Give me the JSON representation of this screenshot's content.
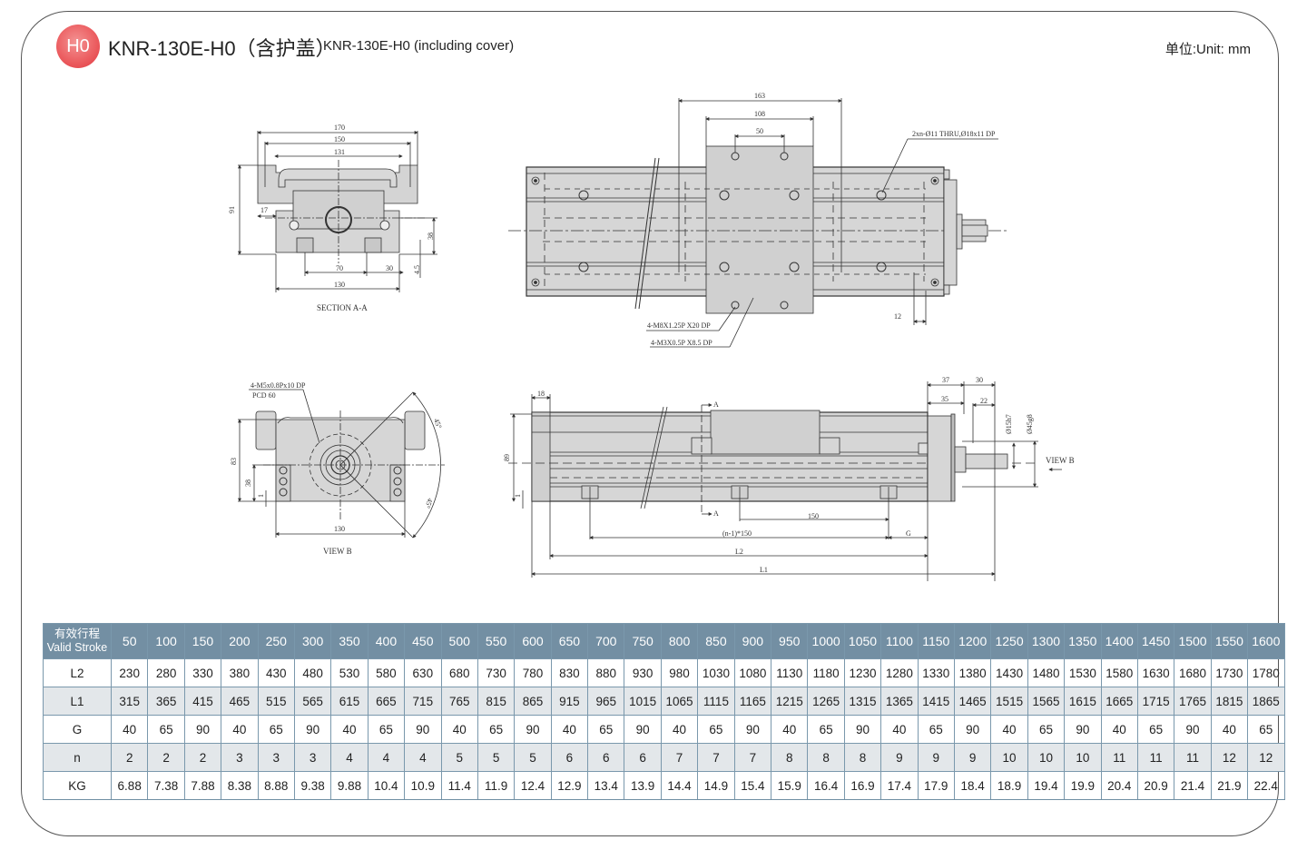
{
  "header": {
    "badge": "H0",
    "title": "KNR-130E-H0（含护盖）",
    "subtitle": "KNR-130E-H0 (including cover)",
    "unit": "单位:Unit: mm"
  },
  "colors": {
    "badge": "#e84a4f",
    "table_header": "#738fa3",
    "table_alt_row": "#e3e7ea",
    "table_border": "#7a98ac"
  },
  "drawing": {
    "section_aa": {
      "caption": "SECTION A-A",
      "dims": {
        "w170": "170",
        "w150": "150",
        "w131": "131",
        "h91": "91",
        "w17": "17",
        "h38": "38",
        "w70": "70",
        "w30": "30",
        "h45": "4.5",
        "w130": "130"
      }
    },
    "top_view": {
      "dims": {
        "w163": "163",
        "w108": "108",
        "w50": "50",
        "w12": "12"
      },
      "callouts": {
        "holes": "2xn-Ø11 THRU,Ø18x11 DP",
        "m8": "4-M8X1.25P X20 DP",
        "m3": "4-M3X0.5P X8.5 DP"
      }
    },
    "view_b": {
      "caption": "VIEW B",
      "callout_line1": "4-M5x0.8Px10 DP",
      "callout_line2": "PCD 60",
      "dims": {
        "h83": "83",
        "h38": "38",
        "h1": "1",
        "w130": "130",
        "a45a": "45°",
        "a45b": "45°"
      }
    },
    "side_view": {
      "dims": {
        "w18": "18",
        "h89": "89",
        "h1": "1",
        "w37": "37",
        "w30": "30",
        "w35": "35",
        "w22": "22",
        "d1": "Ø15h7",
        "d2": "Ø45g8",
        "p150": "150",
        "pn": "(n-1)*150",
        "g": "G",
        "l2": "L2",
        "l1": "L1",
        "secA": "A",
        "secA2": "A"
      },
      "view_label": "VIEW B"
    }
  },
  "spec_table": {
    "header_label_cn": "有效行程",
    "header_label_en": "Valid Stroke",
    "strokes": [
      "50",
      "100",
      "150",
      "200",
      "250",
      "300",
      "350",
      "400",
      "450",
      "500",
      "550",
      "600",
      "650",
      "700",
      "750",
      "800",
      "850",
      "900",
      "950",
      "1000",
      "1050",
      "1100",
      "1150",
      "1200",
      "1250",
      "1300",
      "1350",
      "1400",
      "1450",
      "1500",
      "1550",
      "1600"
    ],
    "rows": [
      {
        "label": "L2",
        "values": [
          "230",
          "280",
          "330",
          "380",
          "430",
          "480",
          "530",
          "580",
          "630",
          "680",
          "730",
          "780",
          "830",
          "880",
          "930",
          "980",
          "1030",
          "1080",
          "1130",
          "1180",
          "1230",
          "1280",
          "1330",
          "1380",
          "1430",
          "1480",
          "1530",
          "1580",
          "1630",
          "1680",
          "1730",
          "1780"
        ]
      },
      {
        "label": "L1",
        "values": [
          "315",
          "365",
          "415",
          "465",
          "515",
          "565",
          "615",
          "665",
          "715",
          "765",
          "815",
          "865",
          "915",
          "965",
          "1015",
          "1065",
          "1115",
          "1165",
          "1215",
          "1265",
          "1315",
          "1365",
          "1415",
          "1465",
          "1515",
          "1565",
          "1615",
          "1665",
          "1715",
          "1765",
          "1815",
          "1865"
        ]
      },
      {
        "label": "G",
        "values": [
          "40",
          "65",
          "90",
          "40",
          "65",
          "90",
          "40",
          "65",
          "90",
          "40",
          "65",
          "90",
          "40",
          "65",
          "90",
          "40",
          "65",
          "90",
          "40",
          "65",
          "90",
          "40",
          "65",
          "90",
          "40",
          "65",
          "90",
          "40",
          "65",
          "90",
          "40",
          "65"
        ]
      },
      {
        "label": "n",
        "values": [
          "2",
          "2",
          "2",
          "3",
          "3",
          "3",
          "4",
          "4",
          "4",
          "5",
          "5",
          "5",
          "6",
          "6",
          "6",
          "7",
          "7",
          "7",
          "8",
          "8",
          "8",
          "9",
          "9",
          "9",
          "10",
          "10",
          "10",
          "11",
          "11",
          "11",
          "12",
          "12"
        ]
      },
      {
        "label": "KG",
        "values": [
          "6.88",
          "7.38",
          "7.88",
          "8.38",
          "8.88",
          "9.38",
          "9.88",
          "10.4",
          "10.9",
          "11.4",
          "11.9",
          "12.4",
          "12.9",
          "13.4",
          "13.9",
          "14.4",
          "14.9",
          "15.4",
          "15.9",
          "16.4",
          "16.9",
          "17.4",
          "17.9",
          "18.4",
          "18.9",
          "19.4",
          "19.9",
          "20.4",
          "20.9",
          "21.4",
          "21.9",
          "22.4"
        ]
      }
    ]
  }
}
